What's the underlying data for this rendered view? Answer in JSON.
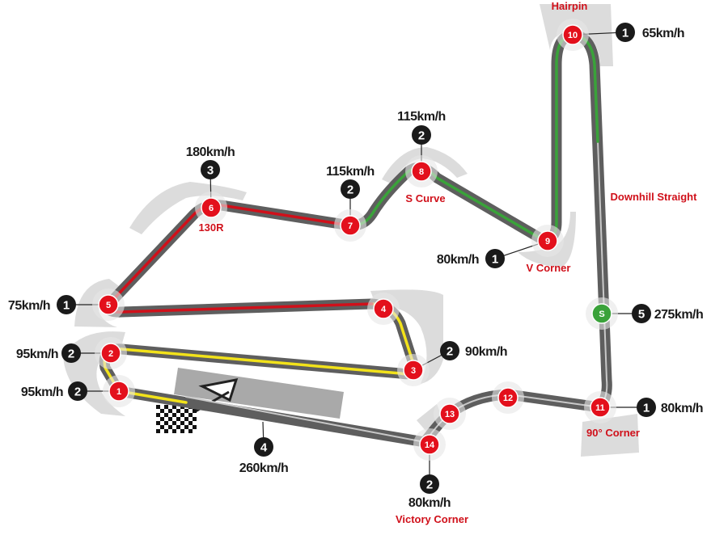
{
  "colors": {
    "track": "#5e5e5e",
    "runoff": "#dcdcdc",
    "turn": "#e3101c",
    "gear": "#1a1a1a",
    "sector1": "#f2e21a",
    "sector2": "#d0101a",
    "sector3": "#3aa23a",
    "label": "#d0101a"
  },
  "corners": [
    {
      "id": "1",
      "gear": "2",
      "speed": "95km/h",
      "name": ""
    },
    {
      "id": "2",
      "gear": "2",
      "speed": "95km/h",
      "name": ""
    },
    {
      "id": "3",
      "gear": "2",
      "speed": "90km/h",
      "name": ""
    },
    {
      "id": "4",
      "gear": "",
      "speed": "",
      "name": ""
    },
    {
      "id": "5",
      "gear": "1",
      "speed": "75km/h",
      "name": ""
    },
    {
      "id": "6",
      "gear": "3",
      "speed": "180km/h",
      "name": "130R"
    },
    {
      "id": "7",
      "gear": "2",
      "speed": "115km/h",
      "name": ""
    },
    {
      "id": "8",
      "gear": "2",
      "speed": "115km/h",
      "name": "S Curve"
    },
    {
      "id": "9",
      "gear": "1",
      "speed": "80km/h",
      "name": "V Corner"
    },
    {
      "id": "10",
      "gear": "1",
      "speed": "65km/h",
      "name": "Hairpin"
    },
    {
      "id": "11",
      "gear": "1",
      "speed": "80km/h",
      "name": "90° Corner"
    },
    {
      "id": "12",
      "gear": "",
      "speed": "",
      "name": ""
    },
    {
      "id": "13",
      "gear": "",
      "speed": "",
      "name": ""
    },
    {
      "id": "14",
      "gear": "2",
      "speed": "80km/h",
      "name": "Victory Corner"
    }
  ],
  "speed_trap": {
    "id": "S",
    "gear": "5",
    "speed": "275km/h",
    "name": "Downhill Straight"
  },
  "main_straight": {
    "gear": "4",
    "speed": "260km/h"
  }
}
